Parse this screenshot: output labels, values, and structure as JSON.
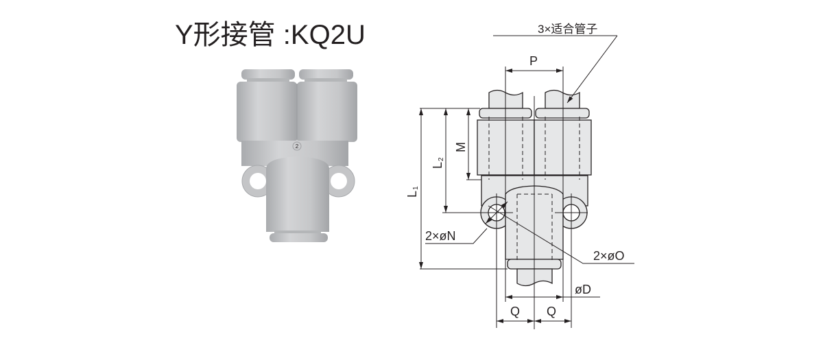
{
  "title": "Y形接管 :KQ2U",
  "photo": {
    "marking": "2",
    "body_color": "#c8c9cb"
  },
  "drawing": {
    "callout_tube": "3×适合管子",
    "dim_P": "P",
    "dim_M": "M",
    "dim_L2": "L",
    "dim_L2_sub": "2",
    "dim_L1": "L",
    "dim_L1_sub": "1",
    "dim_N": "2×øN",
    "dim_O": "2×øO",
    "dim_D": "øD",
    "dim_Q_left": "Q",
    "dim_Q_right": "Q",
    "fill_color": "#e6e7e8",
    "line_color": "#231f20"
  }
}
